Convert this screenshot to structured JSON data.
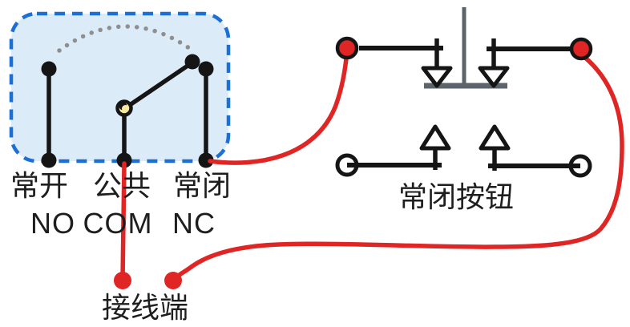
{
  "diagram": {
    "title_semantics": "relay-contact-wiring-to-nc-pushbutton",
    "relay": {
      "terminals": [
        {
          "zh": "常开",
          "en": "NO"
        },
        {
          "zh": "公共",
          "en": "COM"
        },
        {
          "zh": "常闭",
          "en": "NC"
        }
      ]
    },
    "button": {
      "label": "常闭按钮"
    },
    "wiring": {
      "label": "接线端"
    },
    "colors": {
      "wire_red": "#e02525",
      "box_fill": "#dcebf8",
      "box_border": "#1c6fd4",
      "pivot_yellow": "#f8e8a0",
      "plunger_gray": "#5c636b",
      "ink_black": "#151515",
      "trajectory_gray": "#8f8f8f",
      "text_dark": "#1e1e1e"
    }
  }
}
